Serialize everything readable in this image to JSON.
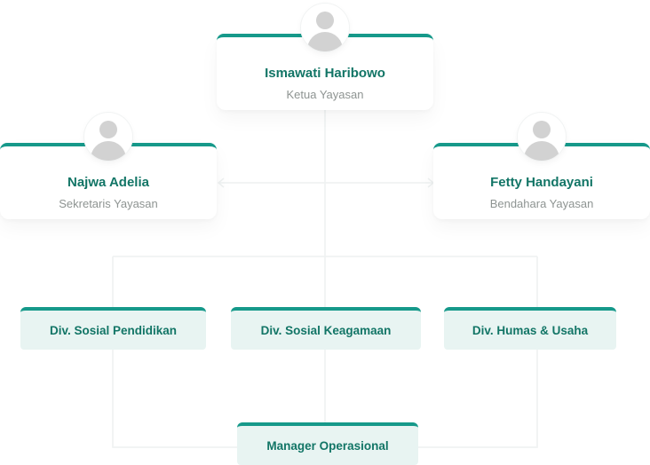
{
  "chart": {
    "ketua": {
      "name": "Ismawati Haribowo",
      "role": "Ketua Yayasan",
      "avatar_icon": "user-avatar-icon"
    },
    "sekretaris": {
      "name": "Najwa Adelia",
      "role": "Sekretaris Yayasan",
      "avatar_icon": "user-avatar-icon"
    },
    "bendahara": {
      "name": "Fetty Handayani",
      "role": "Bendahara Yayasan",
      "avatar_icon": "user-avatar-icon"
    },
    "divisions": [
      {
        "label": "Div. Sosial Pendidikan"
      },
      {
        "label": "Div. Sosial Keagamaan"
      },
      {
        "label": "Div. Humas & Usaha"
      }
    ],
    "manager": {
      "label": "Manager Operasional"
    }
  },
  "colors": {
    "accent": "#16998a",
    "name_text": "#127566",
    "role_text": "#8e9492",
    "division_fill": "#e8f4f2",
    "connector": "#eef1f1",
    "avatar_silhouette": "#d2d2d2"
  }
}
